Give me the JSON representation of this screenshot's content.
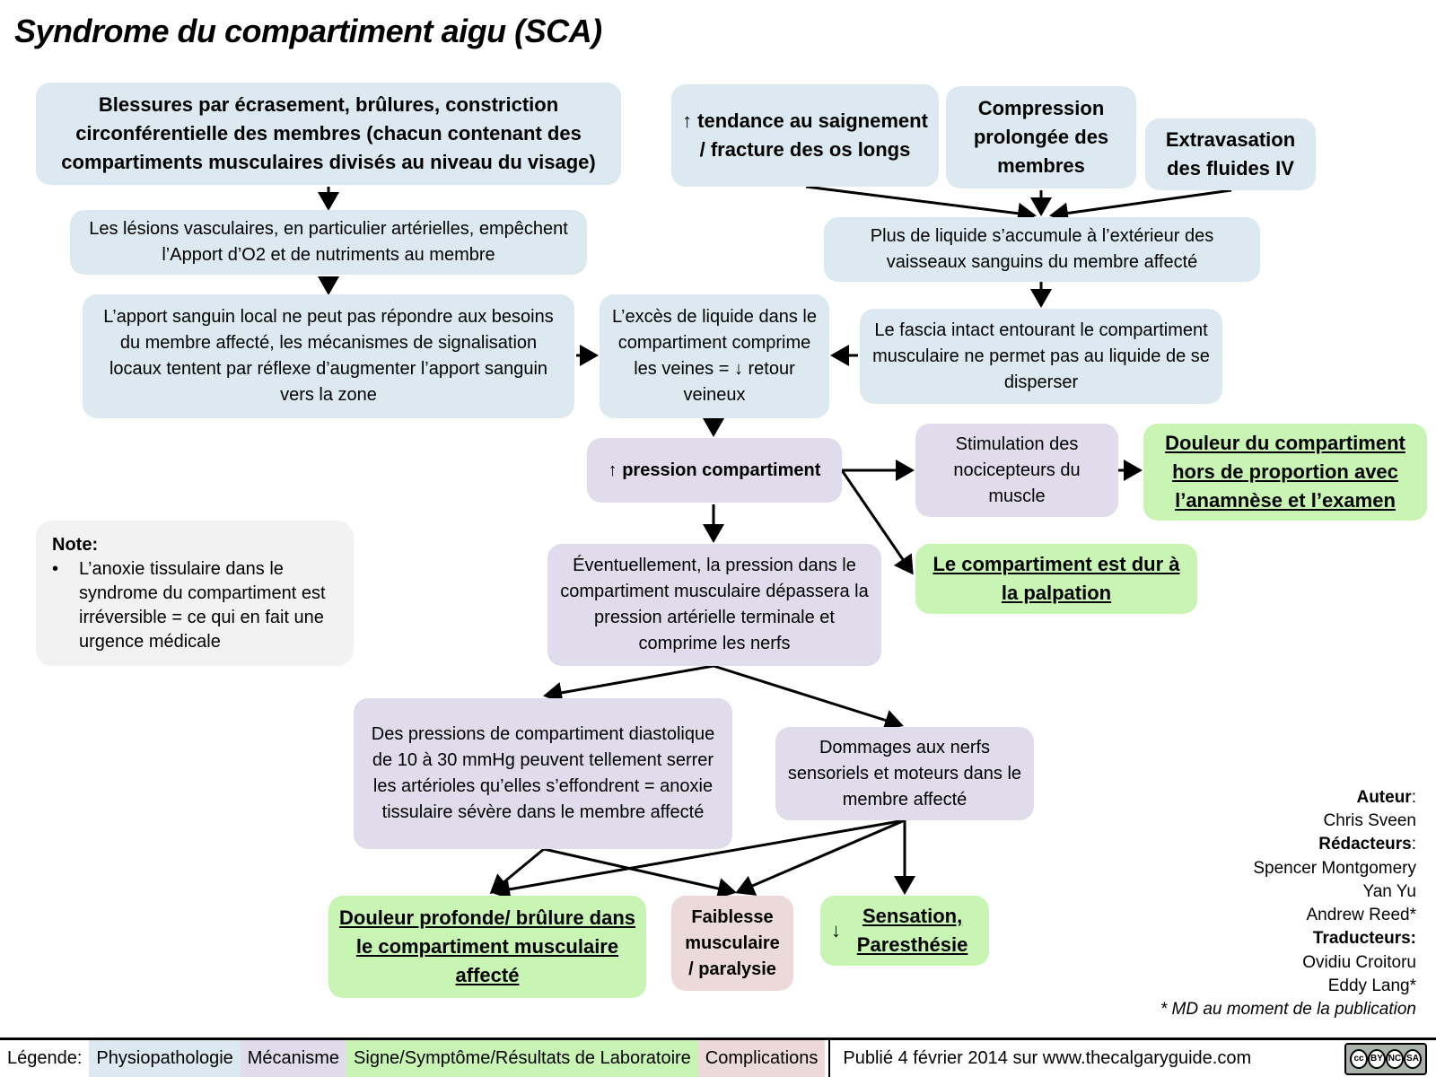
{
  "title": "Syndrome du compartiment aigu (SCA)",
  "boxes": {
    "causes_crush": "Blessures par écrasement, brûlures, constriction circonférentielle des membres (chacun contenant des compartiments musculaires divisés au niveau du visage)",
    "cause_bleeding": "↑ tendance au saignement / fracture des os longs",
    "cause_compression": "Compression prolongée des membres",
    "cause_extravasation": "Extravasation des fluides IV",
    "vascular_lesions": "Les lésions vasculaires, en particulier artérielles, empêchent l’Apport d’O2 et de nutriments au membre",
    "fluid_accumulates": "Plus de liquide s’accumule à l’extérieur des vaisseaux sanguins du membre affecté",
    "local_supply": "L’apport sanguin local ne peut pas répondre aux besoins du membre affecté, les mécanismes de signalisation locaux tentent par réflexe d’augmenter l’apport sanguin vers la zone",
    "excess_fluid": "L’excès de liquide dans le compartiment comprime les veines = ↓ retour veineux",
    "intact_fascia": "Le fascia intact entourant le compartiment musculaire ne permet pas au liquide de se disperser",
    "pressure_up": "↑ pression compartiment",
    "nociceptors": "Stimulation des nocicepteurs du muscle",
    "pain_out_of_proportion": "Douleur du compartiment hors de proportion avec l’anamnèse et l’examen",
    "hard_palpation": "Le compartiment est dur à la palpation",
    "eventually_pressure": "Éventuellement, la pression dans le compartiment musculaire dépassera la pression artérielle terminale et comprime les nerfs",
    "diastolic_pressures": "Des pressions de compartiment diastolique de 10 à 30 mmHg peuvent tellement serrer les artérioles qu’elles s’effondrent = anoxie tissulaire sévère dans le membre affecté",
    "nerve_damage": "Dommages aux nerfs sensoriels et moteurs dans le membre affecté",
    "deep_pain": "Douleur profonde/ brûlure dans le compartiment musculaire affecté",
    "weakness": "Faiblesse musculaire / paralysie",
    "sensation_arrow": "↓",
    "sensation": "Sensation, Paresthésie"
  },
  "note": {
    "title": "Note:",
    "bullet": "•",
    "text": "L’anoxie tissulaire dans le syndrome du compartiment est irréversible = ce qui en fait une urgence médicale"
  },
  "credits": {
    "author_label": "Auteur",
    "author": "Chris Sveen",
    "editors_label": "Rédacteurs",
    "editors": [
      "Spencer Montgomery",
      "Yan Yu",
      "Andrew Reed*"
    ],
    "translators_label": "Traducteurs:",
    "translators": [
      "Ovidiu Croitoru",
      "Eddy Lang*"
    ],
    "footnote": "* MD au moment de la publication"
  },
  "legend": {
    "label": "Légende:",
    "items": [
      "Physiopathologie",
      "Mécanisme",
      "Signe/Symptôme/Résultats de Laboratoire",
      "Complications"
    ]
  },
  "published": {
    "prefix": "Publié",
    "date": "4 février 2014",
    "middle": "sur",
    "site": "www.thecalgaryguide.com"
  },
  "license": [
    "cc",
    "BY",
    "NC",
    "SA"
  ],
  "colors": {
    "physiopathology": "#dce9f0",
    "mechanism": "#e1dceb",
    "sign_symptom": "#c8f5b4",
    "complications": "#ecd9d9"
  }
}
